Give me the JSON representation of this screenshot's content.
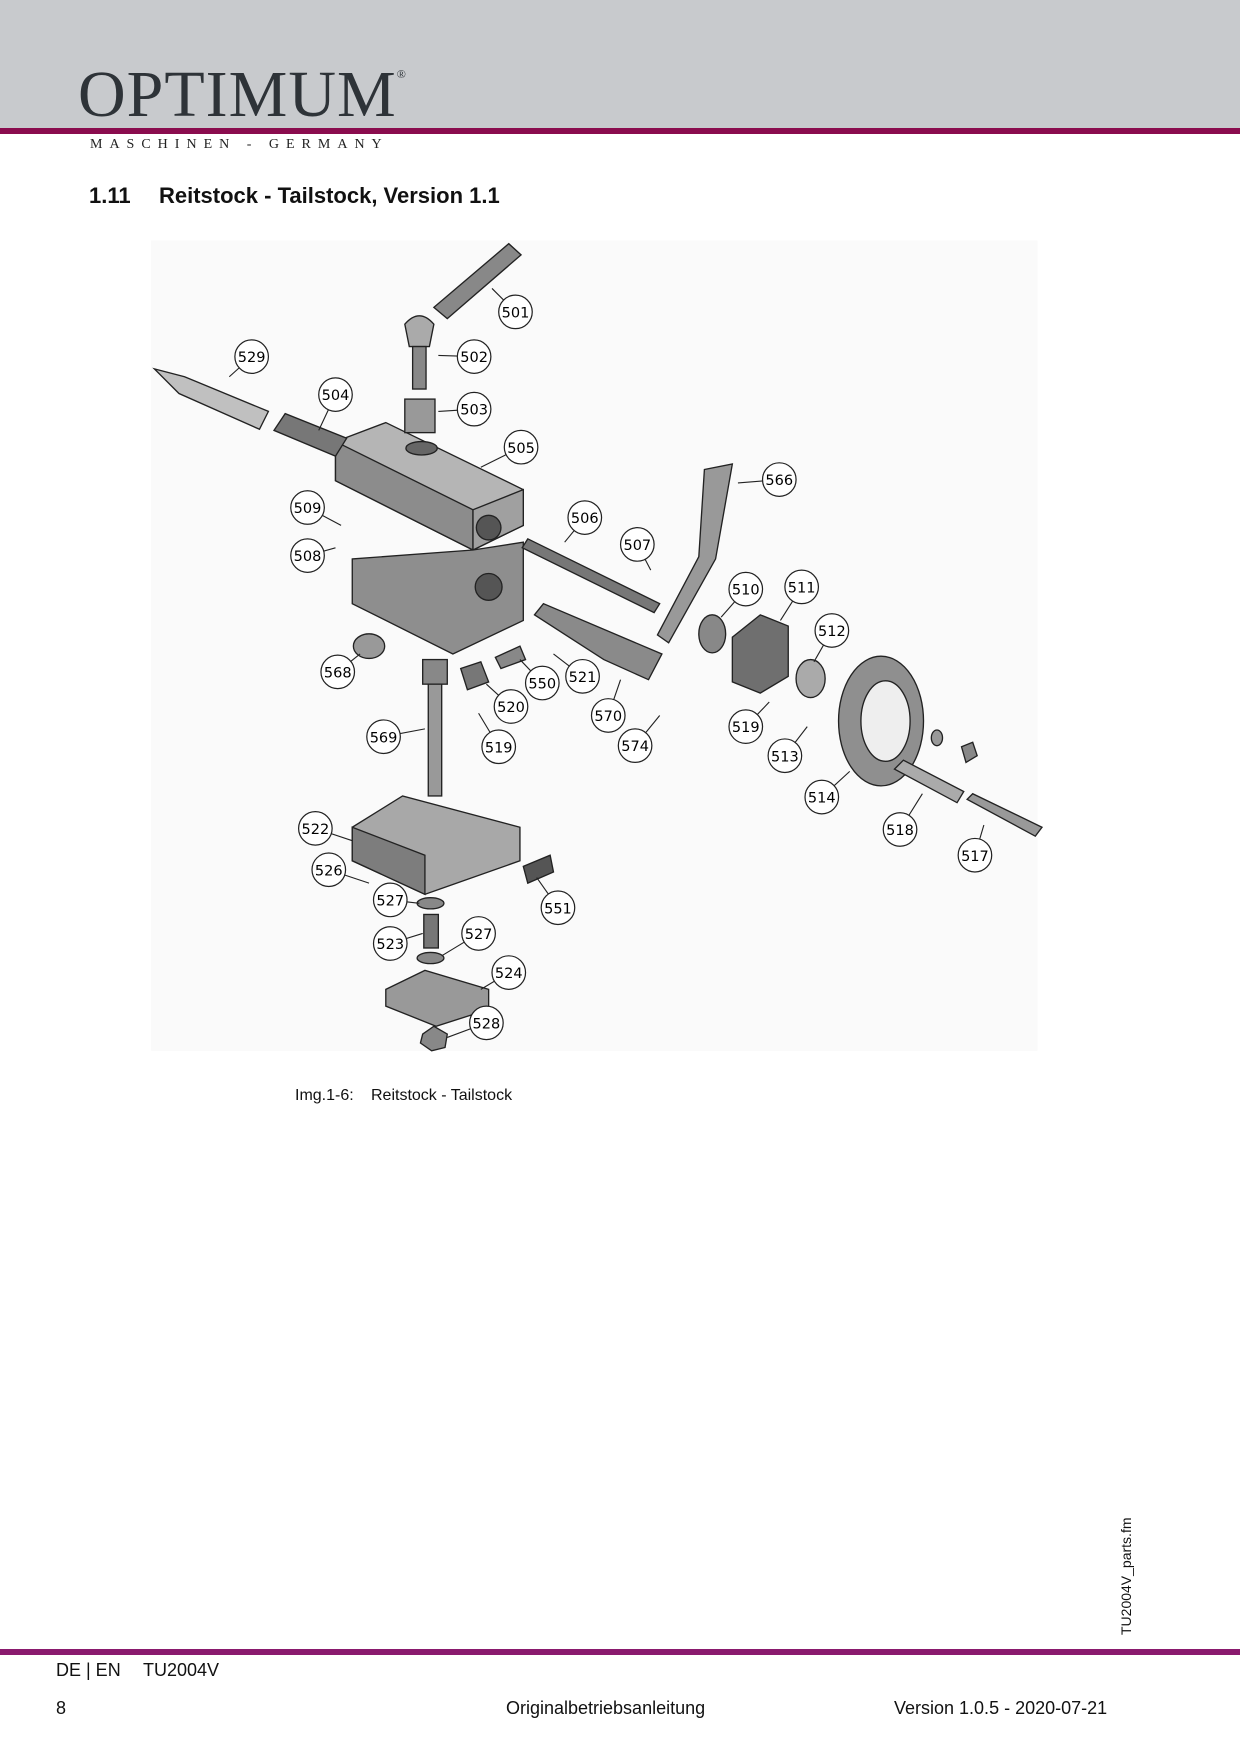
{
  "header": {
    "logo": "OPTIMUM",
    "registered": "®",
    "tagline": "MASCHINEN - GERMANY",
    "brand_color": "#8a0c4e"
  },
  "section": {
    "number": "1.11",
    "title": "Reitstock - Tailstock, Version 1.1"
  },
  "figure": {
    "callouts": [
      "501",
      "502",
      "503",
      "504",
      "505",
      "506",
      "507",
      "508",
      "509",
      "510",
      "511",
      "512",
      "513",
      "514",
      "517",
      "518",
      "519",
      "519",
      "520",
      "521",
      "522",
      "523",
      "524",
      "526",
      "527",
      "527",
      "528",
      "529",
      "550",
      "551",
      "566",
      "568",
      "569",
      "570",
      "574"
    ],
    "caption_label": "Img.1-6:",
    "caption_text": "Reitstock - Tailstock"
  },
  "side_note": "TU2004V_parts.fm",
  "footer": {
    "lang": "DE | EN",
    "model": "TU2004V",
    "page": "8",
    "doc_type": "Originalbetriebsanleitung",
    "version": "Version 1.0.5 - 2020-07-21"
  }
}
